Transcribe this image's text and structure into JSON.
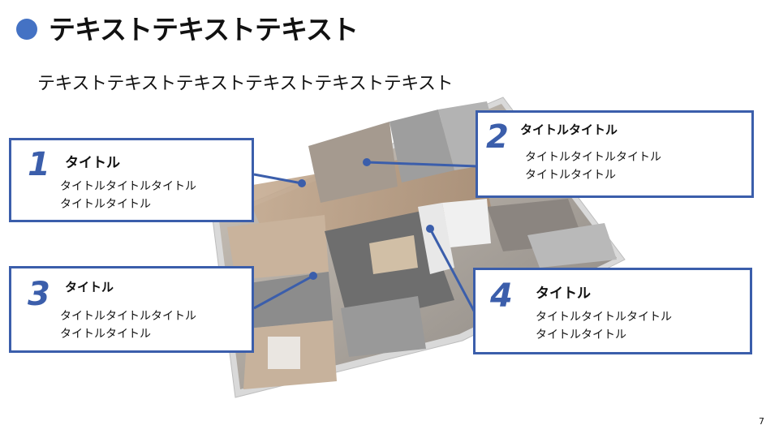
{
  "slide": {
    "title": "テキストテキストテキスト",
    "subtitle": "テキストテキストテキストテキストテキストテキスト",
    "page_number": "7"
  },
  "callouts": [
    {
      "number": "1",
      "title": "タイトル",
      "lines": [
        "タイトルタイトルタイトル",
        "タイトルタイトル"
      ]
    },
    {
      "number": "2",
      "title": "タイトルタイトル",
      "lines": [
        "タイトルタイトルタイトル",
        "タイトルタイトル"
      ]
    },
    {
      "number": "3",
      "title": "タイトル",
      "lines": [
        "タイトルタイトルタイトル",
        "タイトルタイトル"
      ]
    },
    {
      "number": "4",
      "title": "タイトル",
      "lines": [
        "タイトルタイトルタイトル",
        "タイトルタイトル"
      ]
    }
  ],
  "colors": {
    "accent": "#4472c4",
    "border": "#3b5eab"
  }
}
